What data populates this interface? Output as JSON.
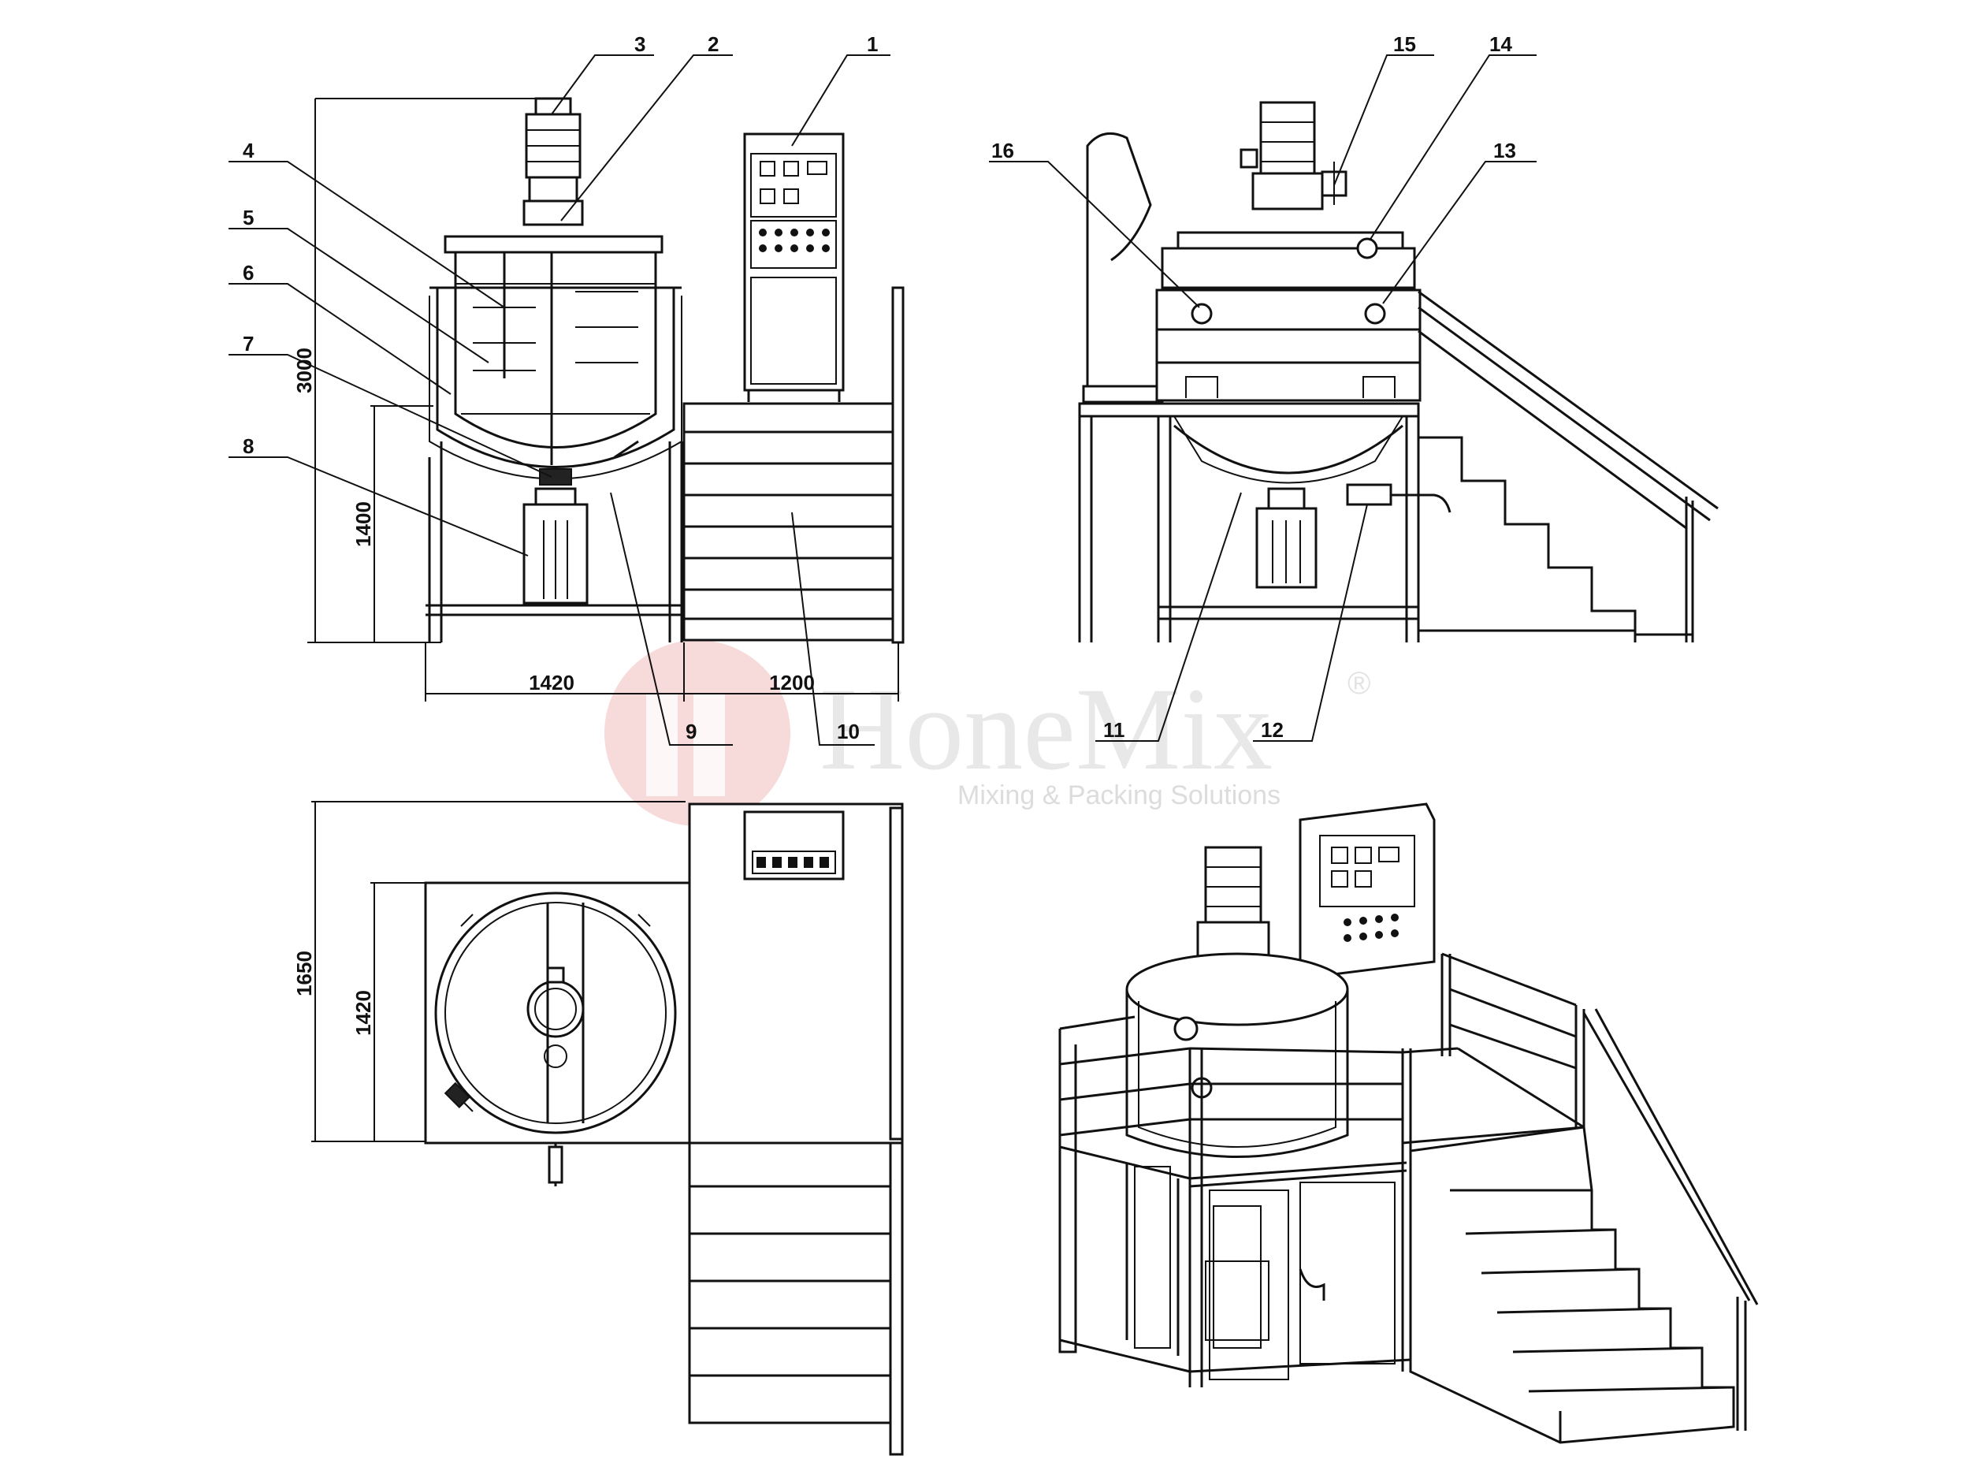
{
  "callouts": [
    {
      "id": "c1",
      "text": "1"
    },
    {
      "id": "c2",
      "text": "2"
    },
    {
      "id": "c3",
      "text": "3"
    },
    {
      "id": "c4",
      "text": "4"
    },
    {
      "id": "c5",
      "text": "5"
    },
    {
      "id": "c6",
      "text": "6"
    },
    {
      "id": "c7",
      "text": "7"
    },
    {
      "id": "c8",
      "text": "8"
    },
    {
      "id": "c9",
      "text": "9"
    },
    {
      "id": "c10",
      "text": "10"
    },
    {
      "id": "c11",
      "text": "11"
    },
    {
      "id": "c12",
      "text": "12"
    },
    {
      "id": "c13",
      "text": "13"
    },
    {
      "id": "c14",
      "text": "14"
    },
    {
      "id": "c15",
      "text": "15"
    },
    {
      "id": "c16",
      "text": "16"
    }
  ],
  "dimensions": {
    "front_height_total": "3000",
    "front_height_stand": "1400",
    "front_width_tank": "1420",
    "front_width_platform": "1200",
    "top_depth_total": "1650",
    "top_depth_tank": "1420"
  },
  "watermark": {
    "brand": "HoneMix",
    "registered": "®",
    "tagline": "Mixing & Packing Solutions"
  },
  "colors": {
    "line": "#111111",
    "watermark": "#e6e6e6",
    "logo_red": "#f3c9c9"
  }
}
